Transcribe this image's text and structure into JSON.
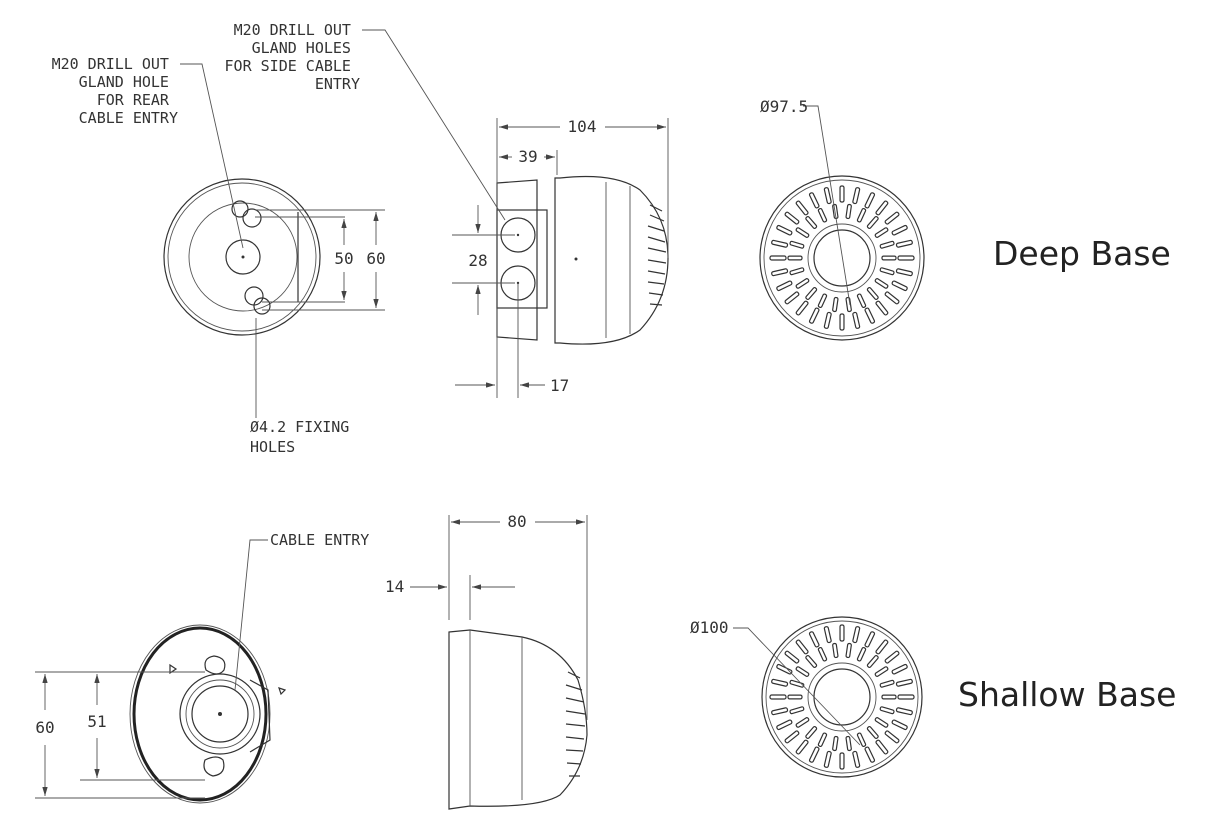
{
  "deep_base": {
    "title": "Deep Base",
    "rear_note": [
      "M20 DRILL OUT",
      "GLAND HOLE",
      "FOR REAR",
      "CABLE ENTRY"
    ],
    "side_note": [
      "M20 DRILL OUT",
      "GLAND HOLES",
      "FOR SIDE CABLE",
      "ENTRY"
    ],
    "fixing_note": [
      "Ø4.2 FIXING",
      "HOLES"
    ],
    "dims": {
      "d50": "50",
      "d60": "60",
      "d104": "104",
      "d39": "39",
      "d28": "28",
      "d17": "17",
      "diameter": "Ø97.5"
    }
  },
  "shallow_base": {
    "title": "Shallow Base",
    "cable_note": "CABLE ENTRY",
    "dims": {
      "d80": "80",
      "d14": "14",
      "d60": "60",
      "d51": "51",
      "diameter": "Ø100"
    }
  }
}
